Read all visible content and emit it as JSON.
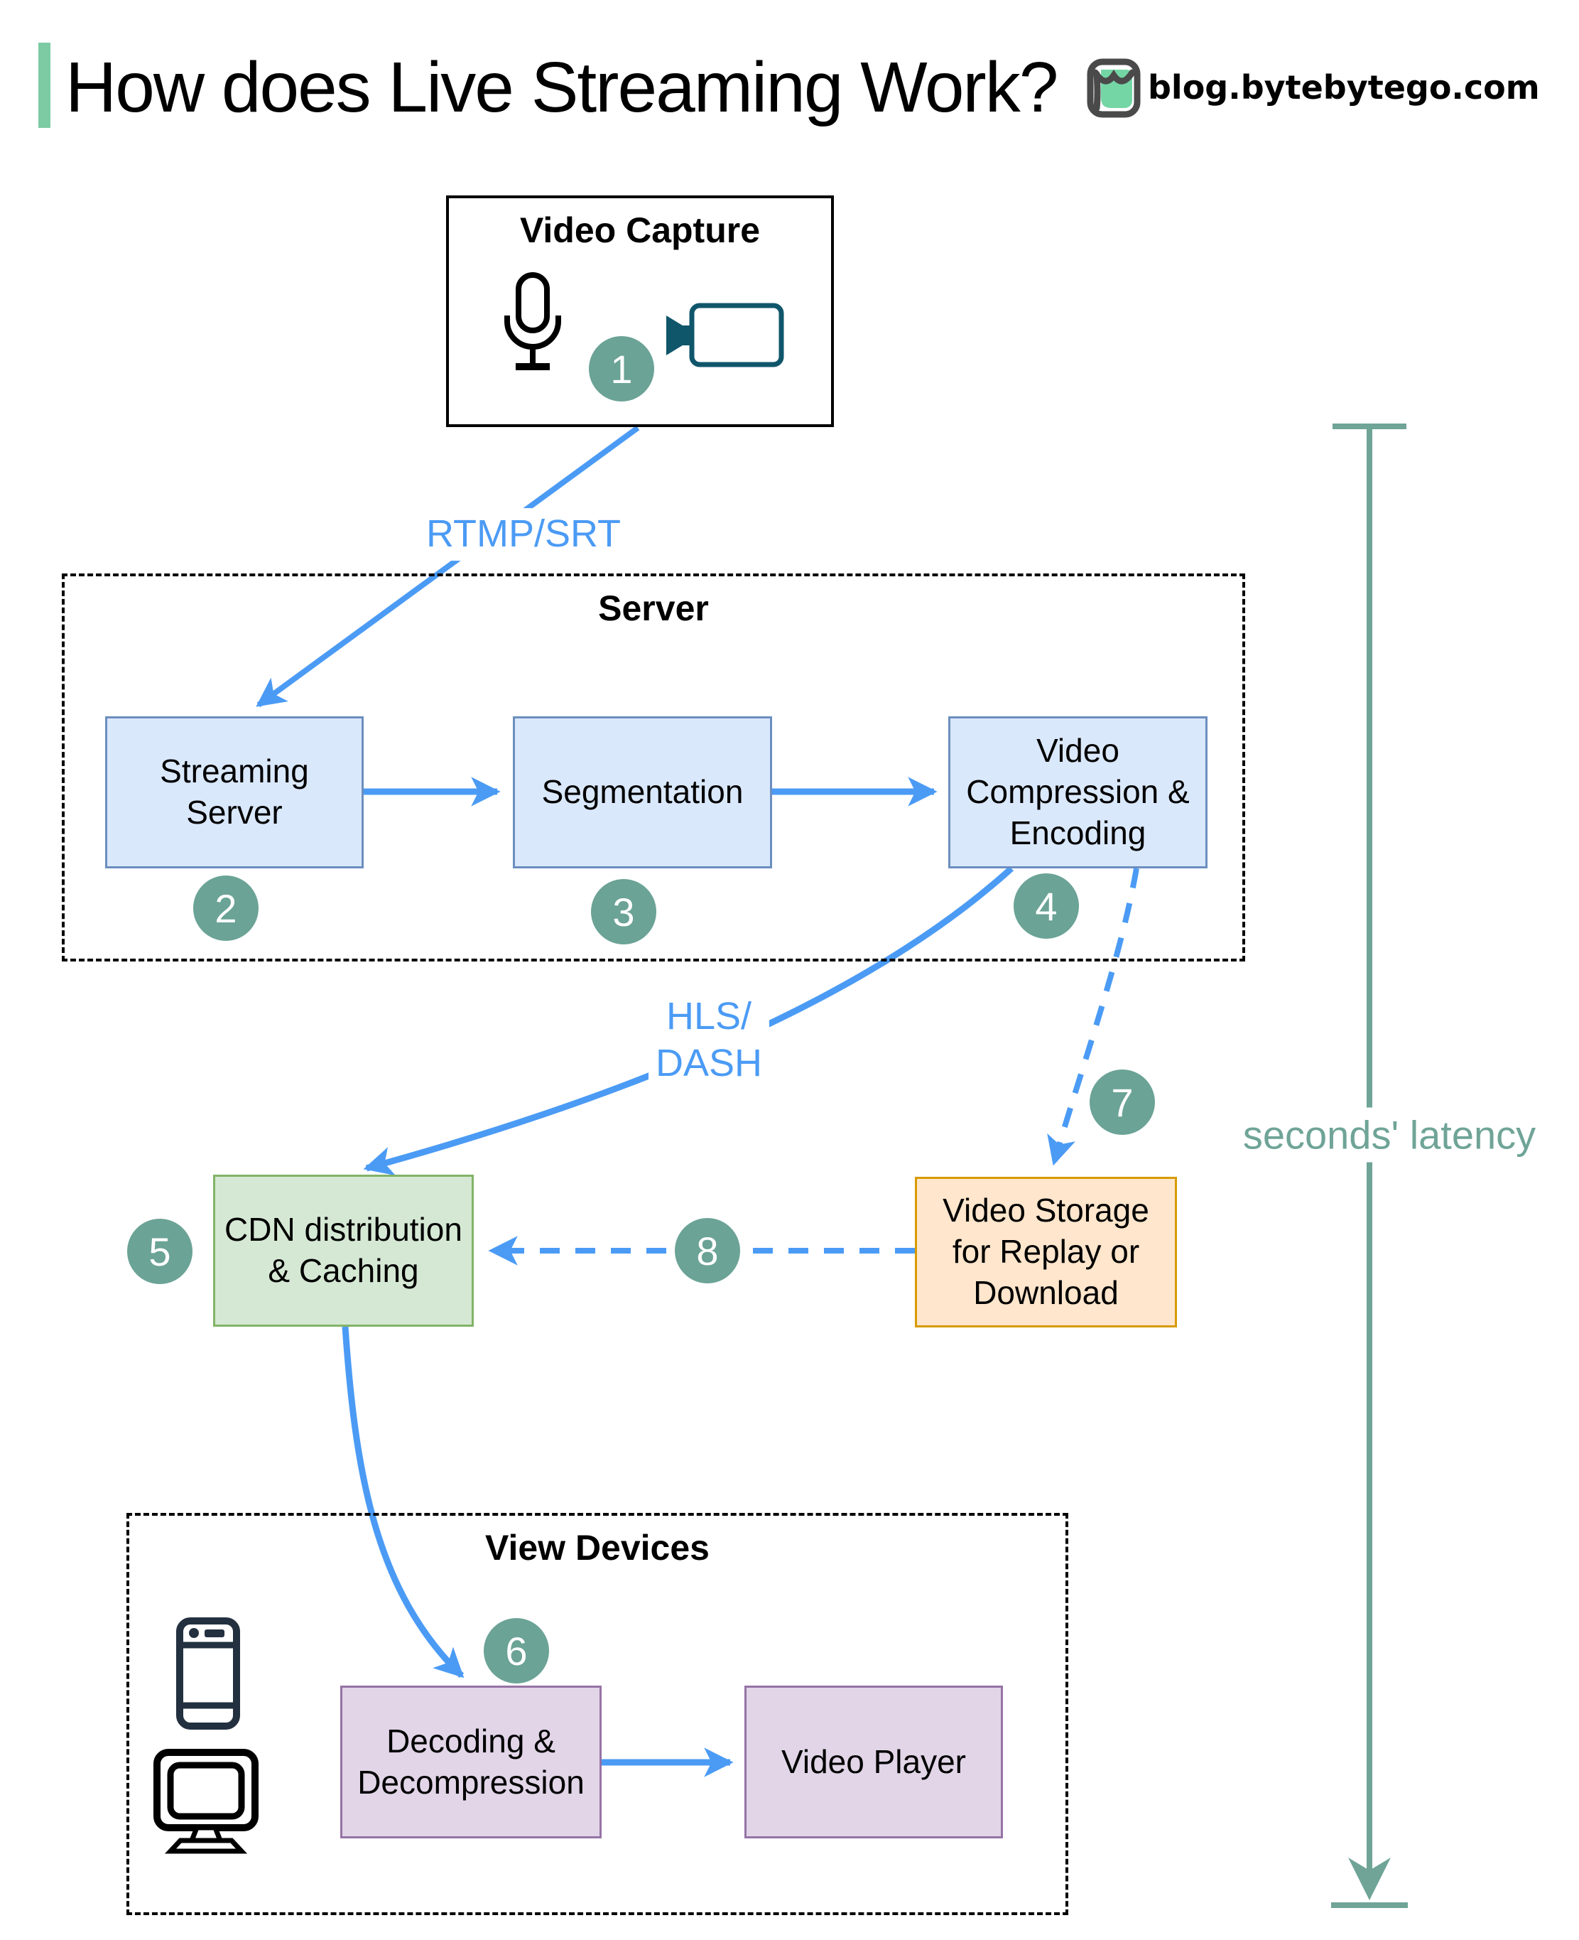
{
  "header": {
    "title": "How does Live Streaming Work?",
    "site": "blog.bytebytego.com"
  },
  "groups": {
    "server": "Server",
    "view_devices": "View Devices"
  },
  "nodes": {
    "video_capture": "Video Capture",
    "streaming_server": {
      "lines": [
        "Streaming",
        "Server"
      ]
    },
    "segmentation": "Segmentation",
    "video_compression": {
      "lines": [
        "Video",
        "Compression &",
        "Encoding"
      ]
    },
    "cdn": {
      "lines": [
        "CDN distribution",
        "& Caching"
      ]
    },
    "video_storage": {
      "lines": [
        "Video Storage",
        "for Replay or",
        "Download"
      ]
    },
    "decoding": {
      "lines": [
        "Decoding &",
        "Decompression"
      ]
    },
    "video_player": "Video Player"
  },
  "edge_labels": {
    "rtmp": "RTMP/SRT",
    "hls_line1": "HLS/",
    "hls_line2": "DASH",
    "latency": "seconds' latency"
  },
  "badges": [
    "1",
    "2",
    "3",
    "4",
    "5",
    "6",
    "7",
    "8"
  ],
  "icons": {
    "microphone": "microphone-icon",
    "video_camera": "video-camera-icon",
    "smartphone": "smartphone-icon",
    "monitor": "monitor-icon",
    "logo": "bytebytego-logo-icon"
  },
  "colors": {
    "accent_bar": "#7CCBA2",
    "arrow_blue": "#4B9BF5",
    "latency_teal": "#6FA497",
    "badge_teal": "#6BA396",
    "box_blue_fill": "#DAE8FC",
    "box_blue_stroke": "#6C8EBF",
    "box_green_fill": "#D5E8D4",
    "box_green_stroke": "#82B366",
    "box_orange_fill": "#FFE6CC",
    "box_orange_stroke": "#D79B00",
    "box_purple_fill": "#E1D5E7",
    "box_purple_stroke": "#9673A6",
    "camera_icon": "#10566B",
    "phone_icon": "#22303F"
  }
}
